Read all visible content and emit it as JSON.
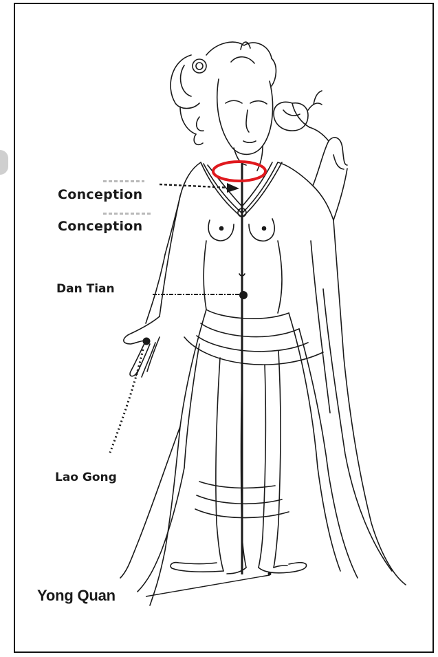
{
  "labels": {
    "conception_upper": "Conception",
    "conception_lower": "Conception",
    "dan_tian": "Dan Tian",
    "lao_gong": "Lao Gong",
    "yong_quan": "Yong Quan"
  },
  "colors": {
    "line_art": "#1a1a1a",
    "highlight_ring": "#e0191e",
    "frame": "#111111",
    "background": "#ffffff"
  },
  "icons": {
    "figure": "standing-goddess-line-drawing",
    "highlight": "red-ellipse-throat-marker"
  }
}
